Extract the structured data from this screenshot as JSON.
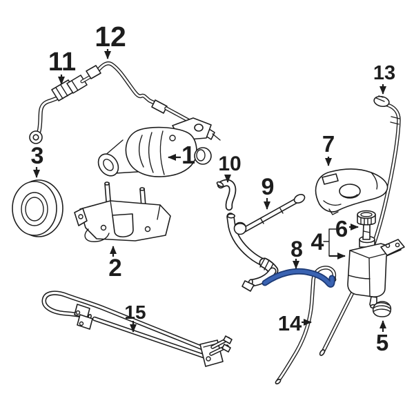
{
  "diagram": {
    "type": "exploded-parts-diagram",
    "background": "#ffffff",
    "line_color": "#1d1d1d",
    "highlight": {
      "part_label": "8",
      "fill": "#3a63b2",
      "outline": "#1d3a75"
    }
  },
  "callouts": [
    {
      "label": "1",
      "part": "power-steering-pump"
    },
    {
      "label": "2",
      "part": "pump-bracket"
    },
    {
      "label": "3",
      "part": "pump-pulley"
    },
    {
      "label": "4",
      "part": "fluid-reservoir"
    },
    {
      "label": "5",
      "part": "reservoir-grommet"
    },
    {
      "label": "6",
      "part": "reservoir-cap"
    },
    {
      "label": "7",
      "part": "reservoir-cover"
    },
    {
      "label": "8",
      "part": "supply-hose-highlighted"
    },
    {
      "label": "9",
      "part": "suction-pipe"
    },
    {
      "label": "10",
      "part": "connector-hose"
    },
    {
      "label": "11",
      "part": "pressure-hose-fitting"
    },
    {
      "label": "12",
      "part": "pressure-hose"
    },
    {
      "label": "13",
      "part": "return-hose"
    },
    {
      "label": "14",
      "part": "return-tube"
    },
    {
      "label": "15",
      "part": "cooler-tube"
    }
  ]
}
